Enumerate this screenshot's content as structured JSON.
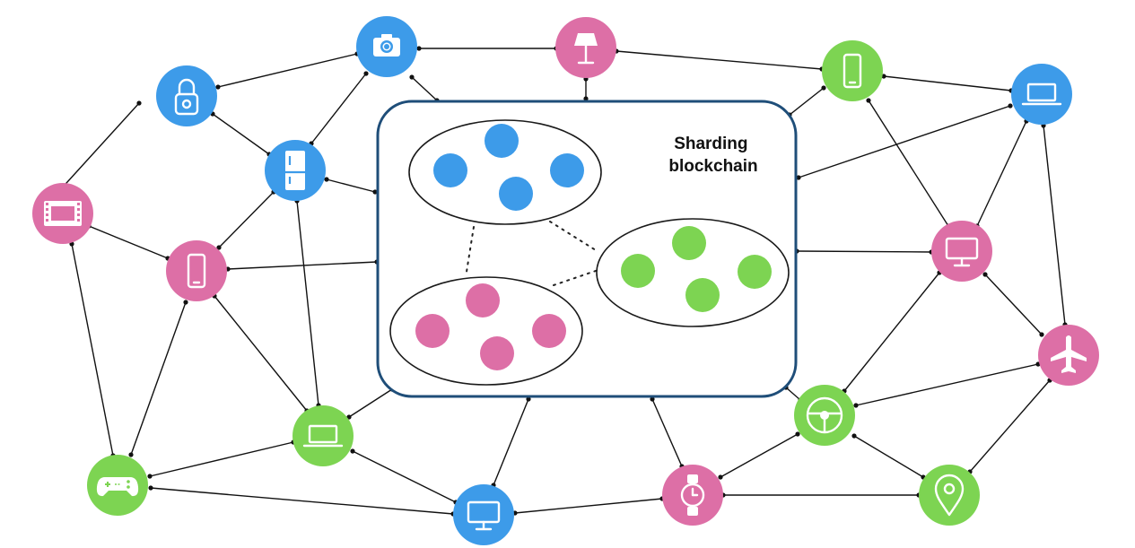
{
  "title_lines": [
    "Sharding",
    "blockchain"
  ],
  "colors": {
    "blue": "#3d9be9",
    "pink": "#dd6fa6",
    "green": "#7dd452",
    "frame": "#1f4e79"
  },
  "nodes": [
    {
      "id": "camera",
      "color": "blue",
      "icon": "camera-icon"
    },
    {
      "id": "lamp",
      "color": "pink",
      "icon": "lamp-icon"
    },
    {
      "id": "phone-top",
      "color": "green",
      "icon": "smartphone-icon"
    },
    {
      "id": "laptop-right",
      "color": "blue",
      "icon": "laptop-icon"
    },
    {
      "id": "lock",
      "color": "blue",
      "icon": "padlock-icon"
    },
    {
      "id": "fridge",
      "color": "blue",
      "icon": "refrigerator-icon"
    },
    {
      "id": "film",
      "color": "pink",
      "icon": "film-strip-icon"
    },
    {
      "id": "phone-left",
      "color": "pink",
      "icon": "smartphone-icon"
    },
    {
      "id": "monitor-right",
      "color": "pink",
      "icon": "monitor-icon"
    },
    {
      "id": "plane",
      "color": "pink",
      "icon": "airplane-icon"
    },
    {
      "id": "steering",
      "color": "green",
      "icon": "steering-wheel-icon"
    },
    {
      "id": "laptop-bottom",
      "color": "green",
      "icon": "laptop-icon"
    },
    {
      "id": "gamepad",
      "color": "green",
      "icon": "gamepad-icon"
    },
    {
      "id": "monitor-bottom",
      "color": "blue",
      "icon": "monitor-icon"
    },
    {
      "id": "watch",
      "color": "pink",
      "icon": "smartwatch-icon"
    },
    {
      "id": "location",
      "color": "green",
      "icon": "map-pin-icon"
    }
  ],
  "shards": [
    {
      "id": "blue-shard",
      "color": "blue",
      "members": 4
    },
    {
      "id": "green-shard",
      "color": "green",
      "members": 4
    },
    {
      "id": "pink-shard",
      "color": "pink",
      "members": 4
    }
  ]
}
